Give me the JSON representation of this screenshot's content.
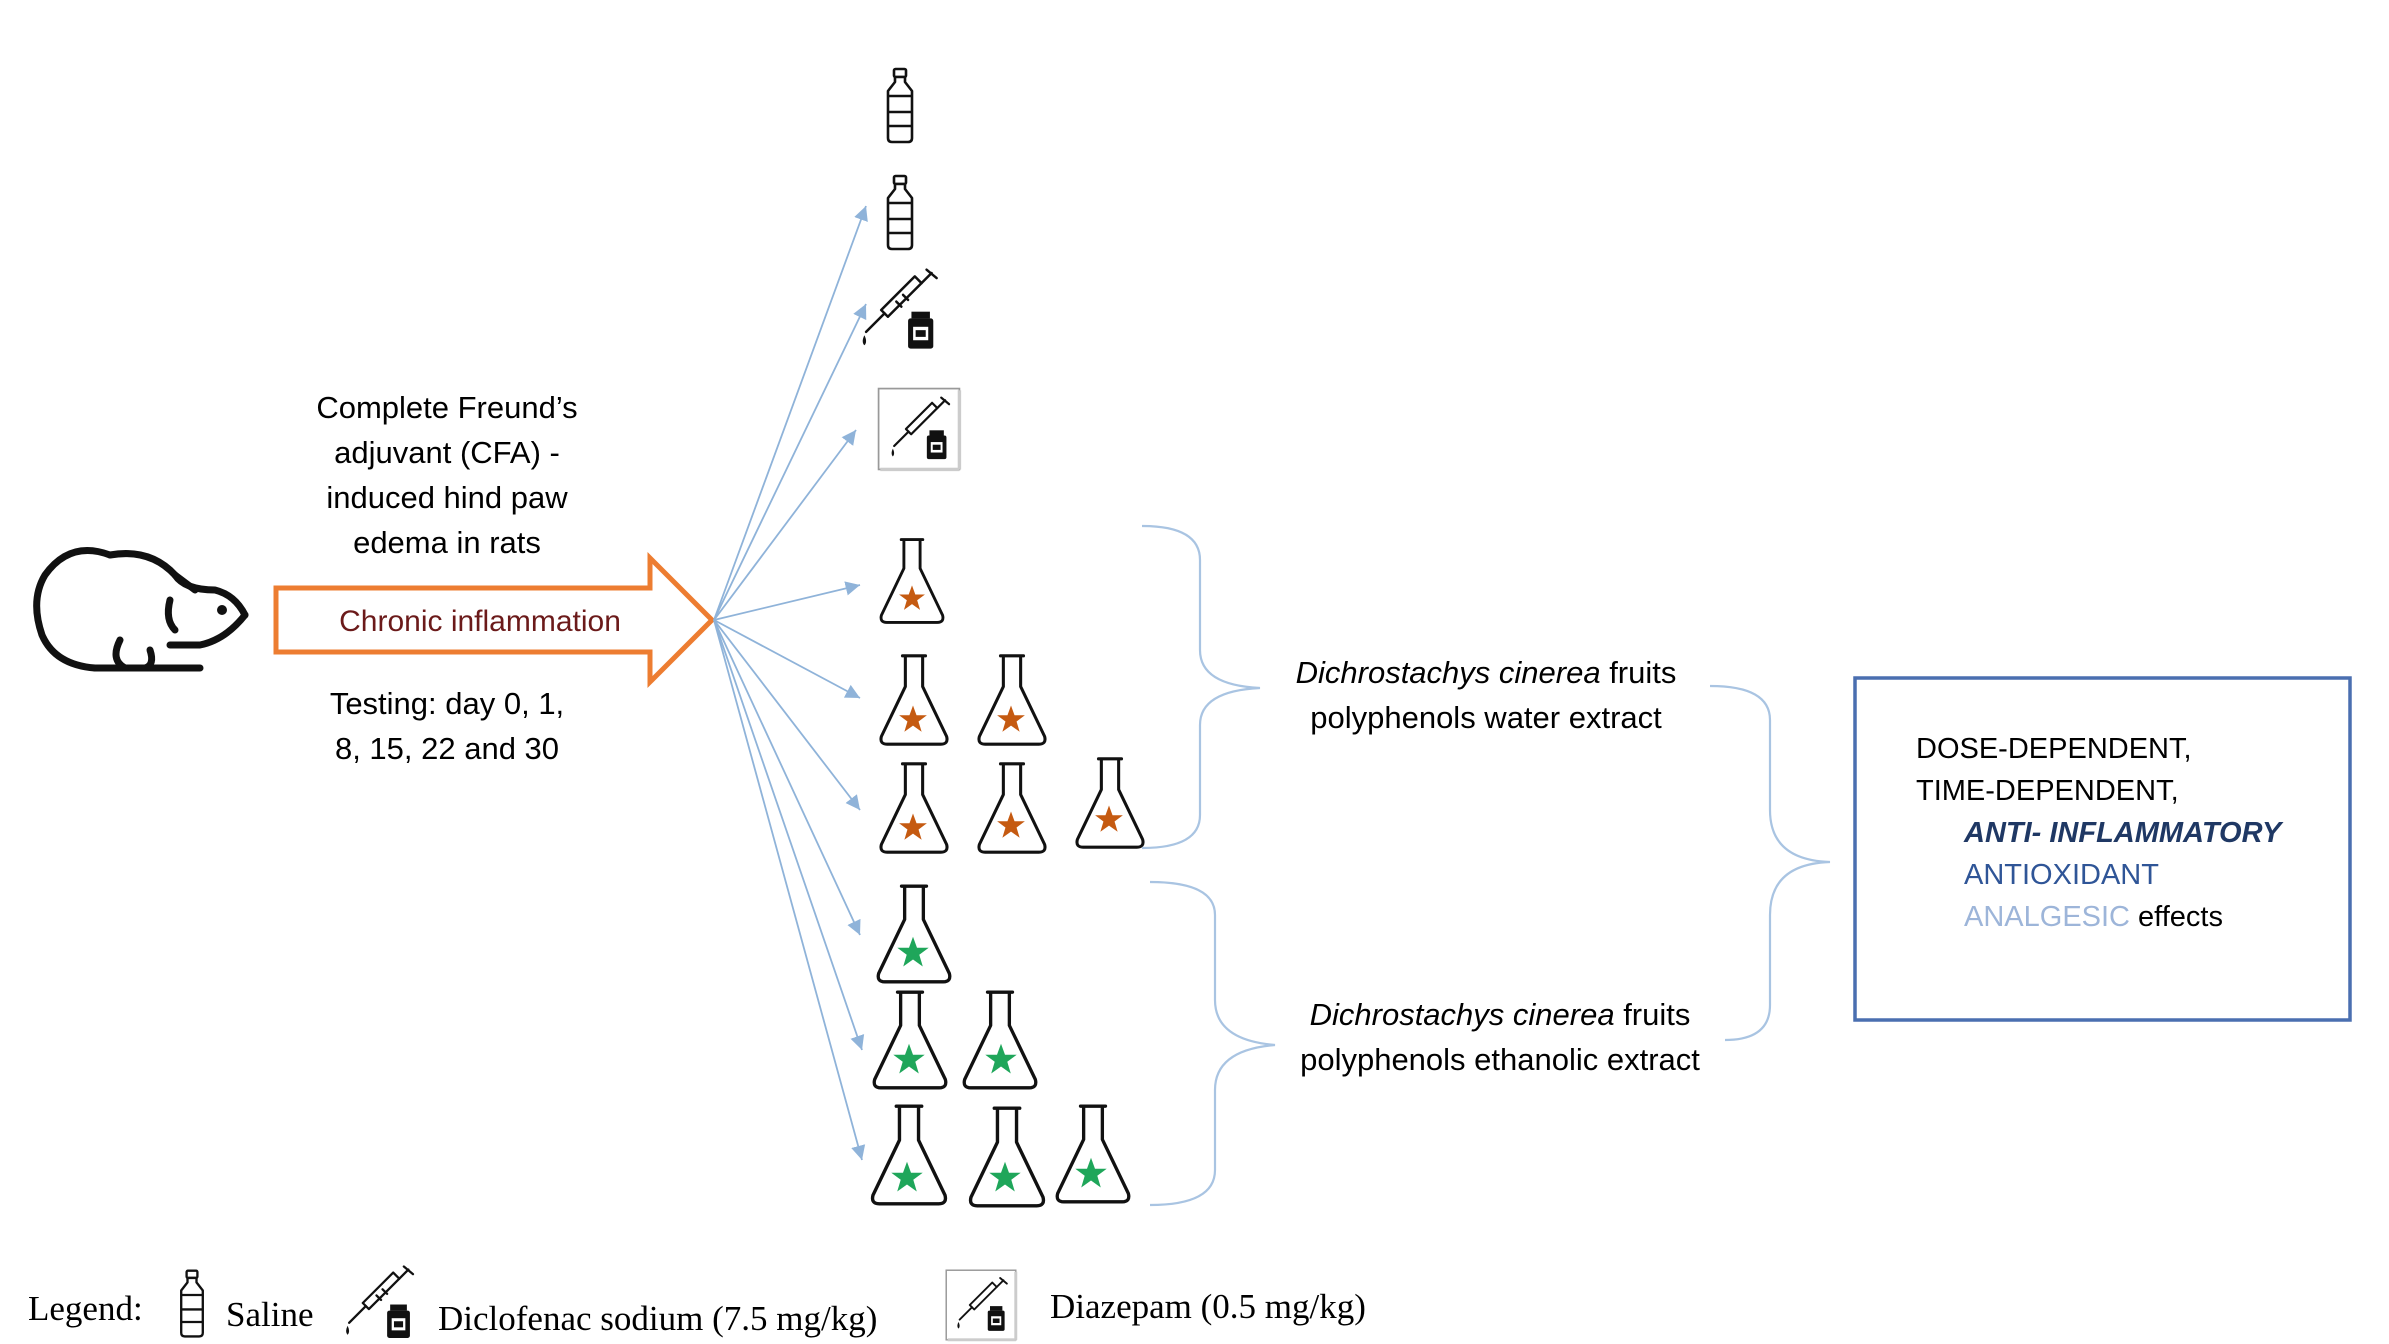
{
  "cfa": {
    "line1": "Complete Freund’s",
    "line2": "adjuvant (CFA) -",
    "line3": "induced hind paw",
    "line4": "edema in rats"
  },
  "arrow_label": "Chronic inflammation",
  "testing": {
    "line1": "Testing: day 0, 1,",
    "line2": "8, 15, 22 and 30"
  },
  "water_extract": {
    "species": "Dichrostachys cinerea",
    "rest1": " fruits",
    "line2": "polyphenols water extract"
  },
  "ethanol_extract": {
    "species": "Dichrostachys cinerea",
    "rest1": " fruits",
    "line2": "polyphenols ethanolic extract"
  },
  "effects": {
    "line1": "DOSE-DEPENDENT,",
    "line2": "TIME-DEPENDENT,",
    "anti": "ANTI- INFLAMMATORY",
    "antiox": "ANTIOXIDANT",
    "analgesic": "ANALGESIC",
    "effects_word": " effects"
  },
  "legend": {
    "title": "Legend:",
    "saline": "Saline",
    "diclofenac": "Diclofenac  sodium (7.5 mg/kg)",
    "diazepam": "Diazepam (0.5 mg/kg)"
  },
  "colors": {
    "arrow_outline": "#ED7D31",
    "arrow_text": "#6B1A1A",
    "fan_line": "#8FB3D9",
    "brace": "#A9C4E2",
    "box_border": "#4A6FB0",
    "anti_color": "#1F3864",
    "antiox_color": "#2F5597",
    "analgesic_color": "#9DB5D9",
    "star_water": "#C55A11",
    "star_ethanol": "#1FA65A"
  },
  "icons": [
    "rat-icon",
    "saline-bottle-icon",
    "syringe-vial-icon",
    "flask-star-icon"
  ]
}
